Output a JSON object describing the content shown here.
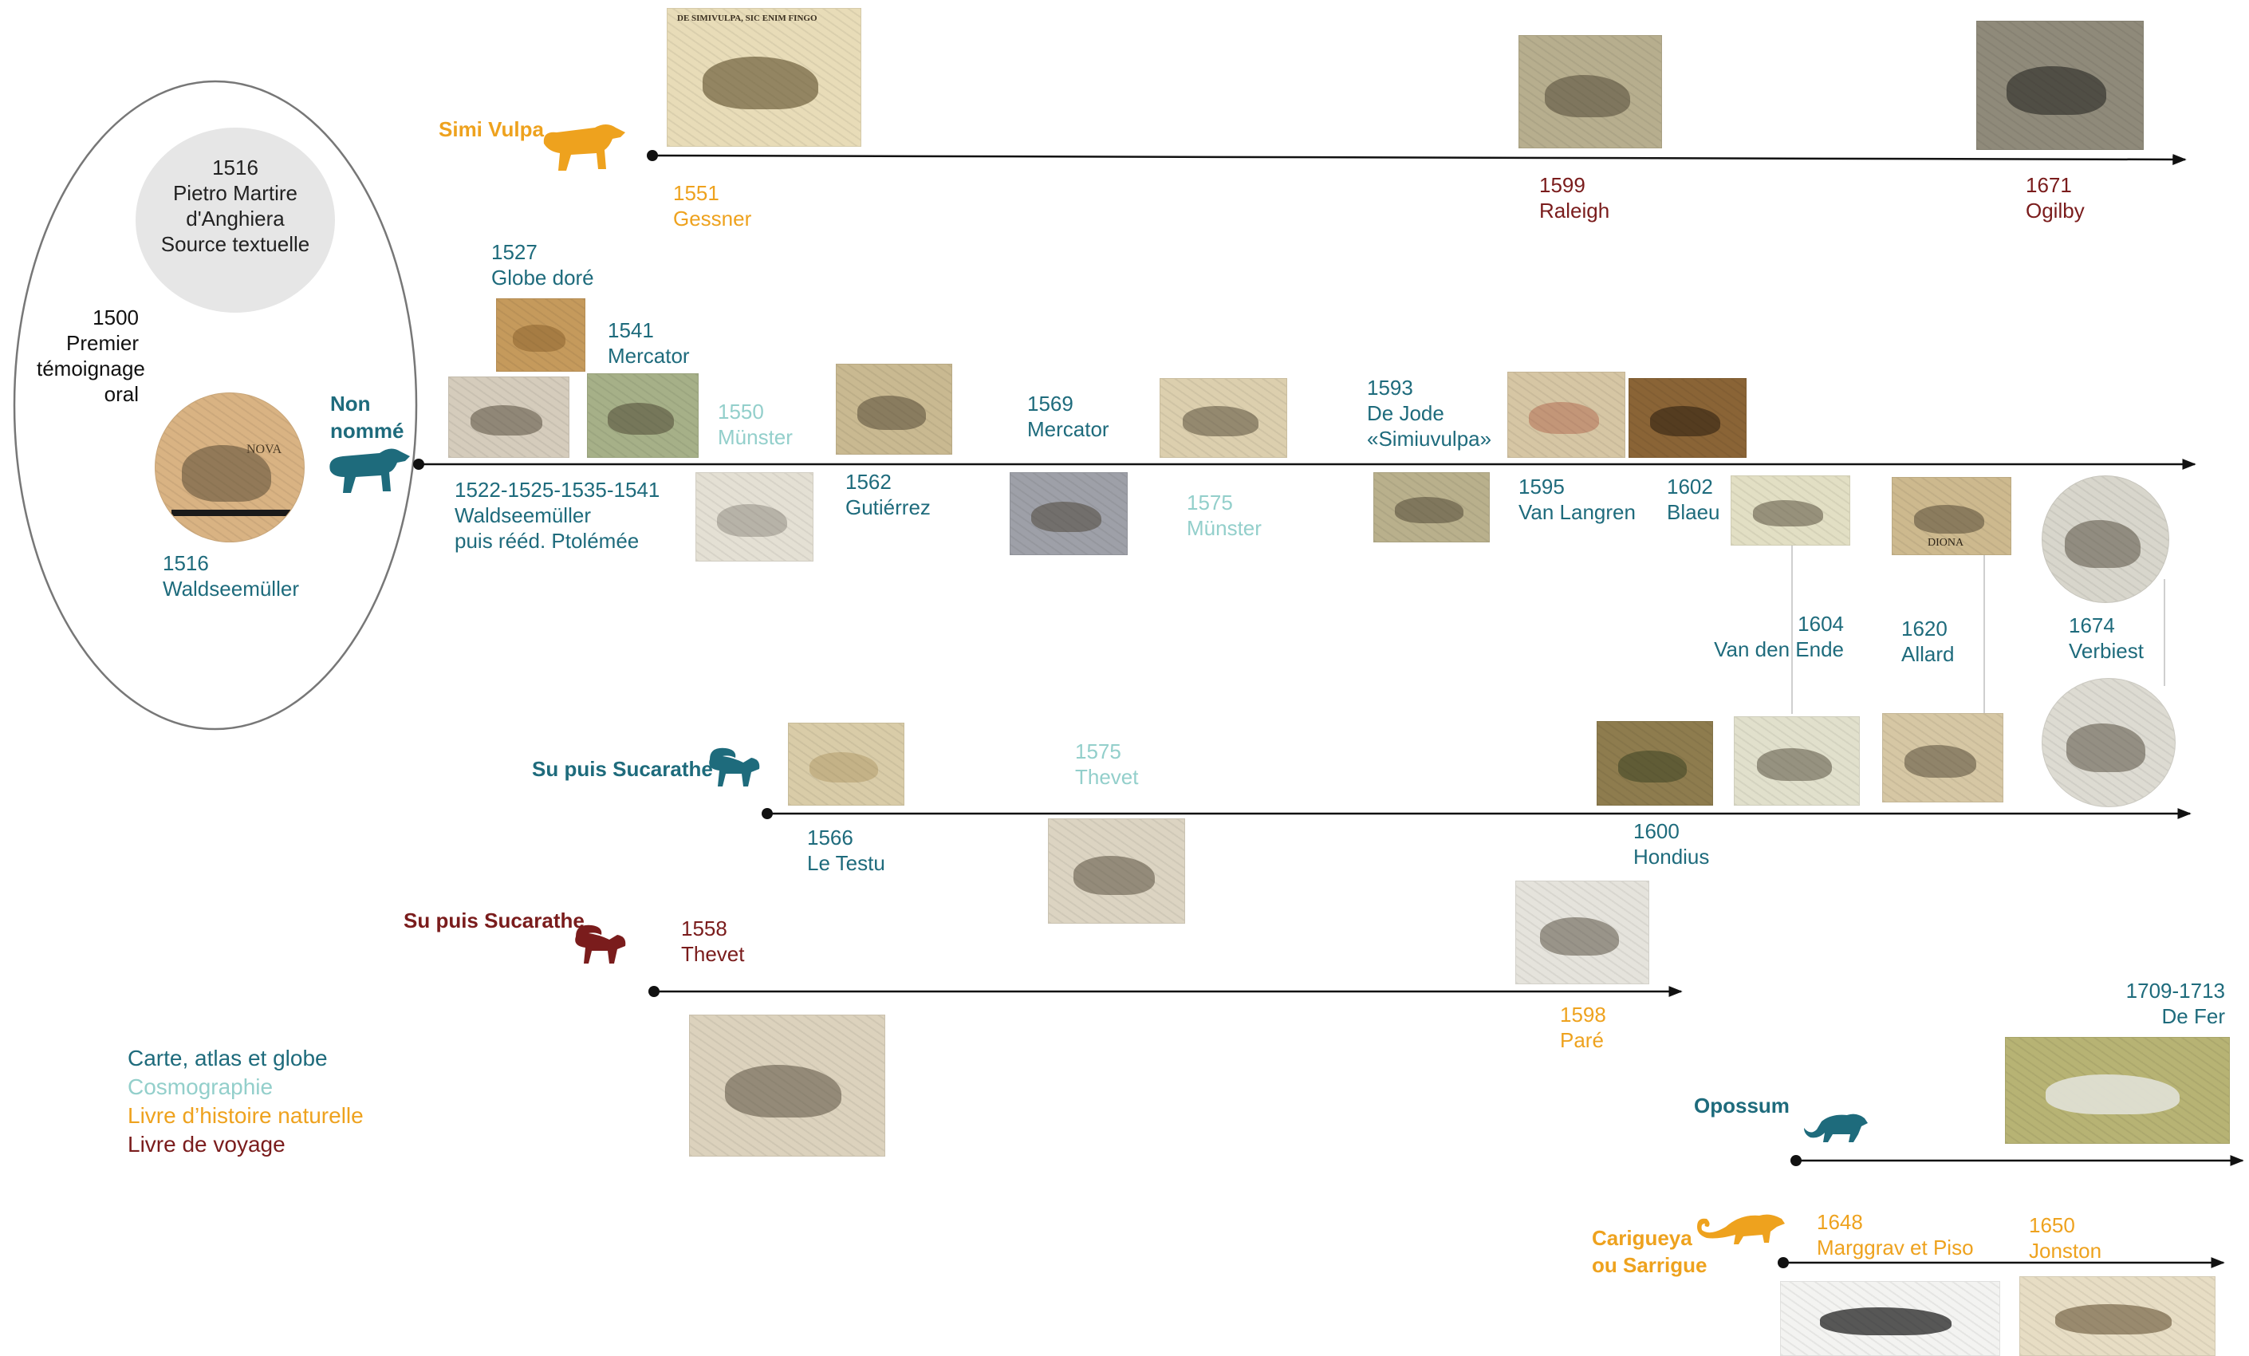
{
  "colors": {
    "map": "#1e6b7c",
    "cosmography": "#93cfcb",
    "natural_history": "#eea21e",
    "travel": "#7a1c1c"
  },
  "species": {
    "simi_vulpa": "Simi Vulpa",
    "non_nomme_1": "Non",
    "non_nomme_2": "nommé",
    "su_map": "Su puis Sucarathe",
    "su_voyage": "Su puis Sucarathe",
    "opossum": "Opossum",
    "carigueya_1": "Carigueya",
    "carigueya_2": "ou Sarrigue"
  },
  "oval": {
    "source_year": "1516",
    "source_author": "Pietro Martire",
    "source_place": "d'Anghiera",
    "source_type": "Source textuelle",
    "oral_year": "1500",
    "oral_l1": "Premier",
    "oral_l2": "témoignage",
    "oral_l3": "oral",
    "wald_year": "1516",
    "wald_name": "Waldseemüller",
    "map_word": "NOVA"
  },
  "entries": {
    "gessner": {
      "year": "1551",
      "name": "Gessner"
    },
    "raleigh": {
      "year": "1599",
      "name": "Raleigh"
    },
    "ogilby": {
      "year": "1671",
      "name": "Ogilby"
    },
    "globe": {
      "year": "1527",
      "name": "Globe doré"
    },
    "mercator1541": {
      "year": "1541",
      "name": "Mercator"
    },
    "munster1550": {
      "year": "1550",
      "name": "Münster"
    },
    "wald_reed": {
      "year": "1522-1525-1535-1541",
      "name": "Waldseemüller",
      "extra": "puis rééd. Ptolémée"
    },
    "gutierrez": {
      "year": "1562",
      "name": "Gutiérrez"
    },
    "mercator1569": {
      "year": "1569",
      "name": "Mercator"
    },
    "munster1575": {
      "year": "1575",
      "name": "Münster"
    },
    "dejode": {
      "year": "1593",
      "name": "De Jode",
      "extra": "«Simiuvulpa»"
    },
    "vanlangren": {
      "year": "1595",
      "name": "Van Langren"
    },
    "blaeu": {
      "year": "1602",
      "name": "Blaeu"
    },
    "vandenende": {
      "year": "1604",
      "name": "Van den Ende"
    },
    "allard": {
      "year": "1620",
      "name": "Allard"
    },
    "verbiest": {
      "year": "1674",
      "name": "Verbiest"
    },
    "thevet1575": {
      "year": "1575",
      "name": "Thevet"
    },
    "letestu": {
      "year": "1566",
      "name": "Le Testu"
    },
    "hondius": {
      "year": "1600",
      "name": "Hondius"
    },
    "thevet1558": {
      "year": "1558",
      "name": "Thevet"
    },
    "pare": {
      "year": "1598",
      "name": "Paré"
    },
    "defer": {
      "year": "1709-1713",
      "name": "De Fer"
    },
    "marggrav": {
      "year": "1648",
      "name": "Marggrav et Piso"
    },
    "jonston": {
      "year": "1650",
      "name": "Jonston"
    }
  },
  "thumb_text": {
    "gessner_caption": "DE SIMIVULPA, SIC ENIM FINGO",
    "allard_caption": "DIONA"
  },
  "legend": [
    {
      "label": "Carte, atlas et globe",
      "color": "#1e6b7c"
    },
    {
      "label": "Cosmographie",
      "color": "#93cfcb"
    },
    {
      "label": "Livre d’histoire naturelle",
      "color": "#eea21e"
    },
    {
      "label": "Livre de voyage",
      "color": "#7a1c1c"
    }
  ]
}
